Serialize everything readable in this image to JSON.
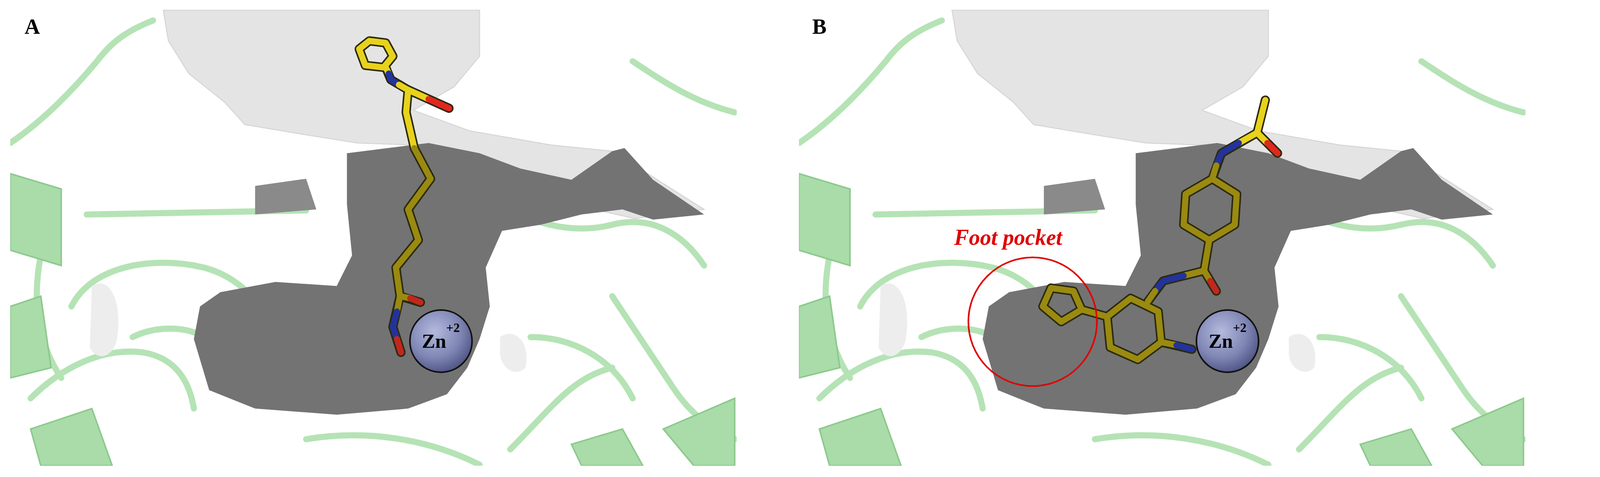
{
  "diagram": {
    "nodes": [
      {
        "text": [
          "Zn",
          "+2"
        ]
      },
      {
        "text": [
          "Zn",
          "+2"
        ]
      }
    ],
    "labels": [
      "A",
      "B",
      "Foot pocket"
    ]
  }
}
